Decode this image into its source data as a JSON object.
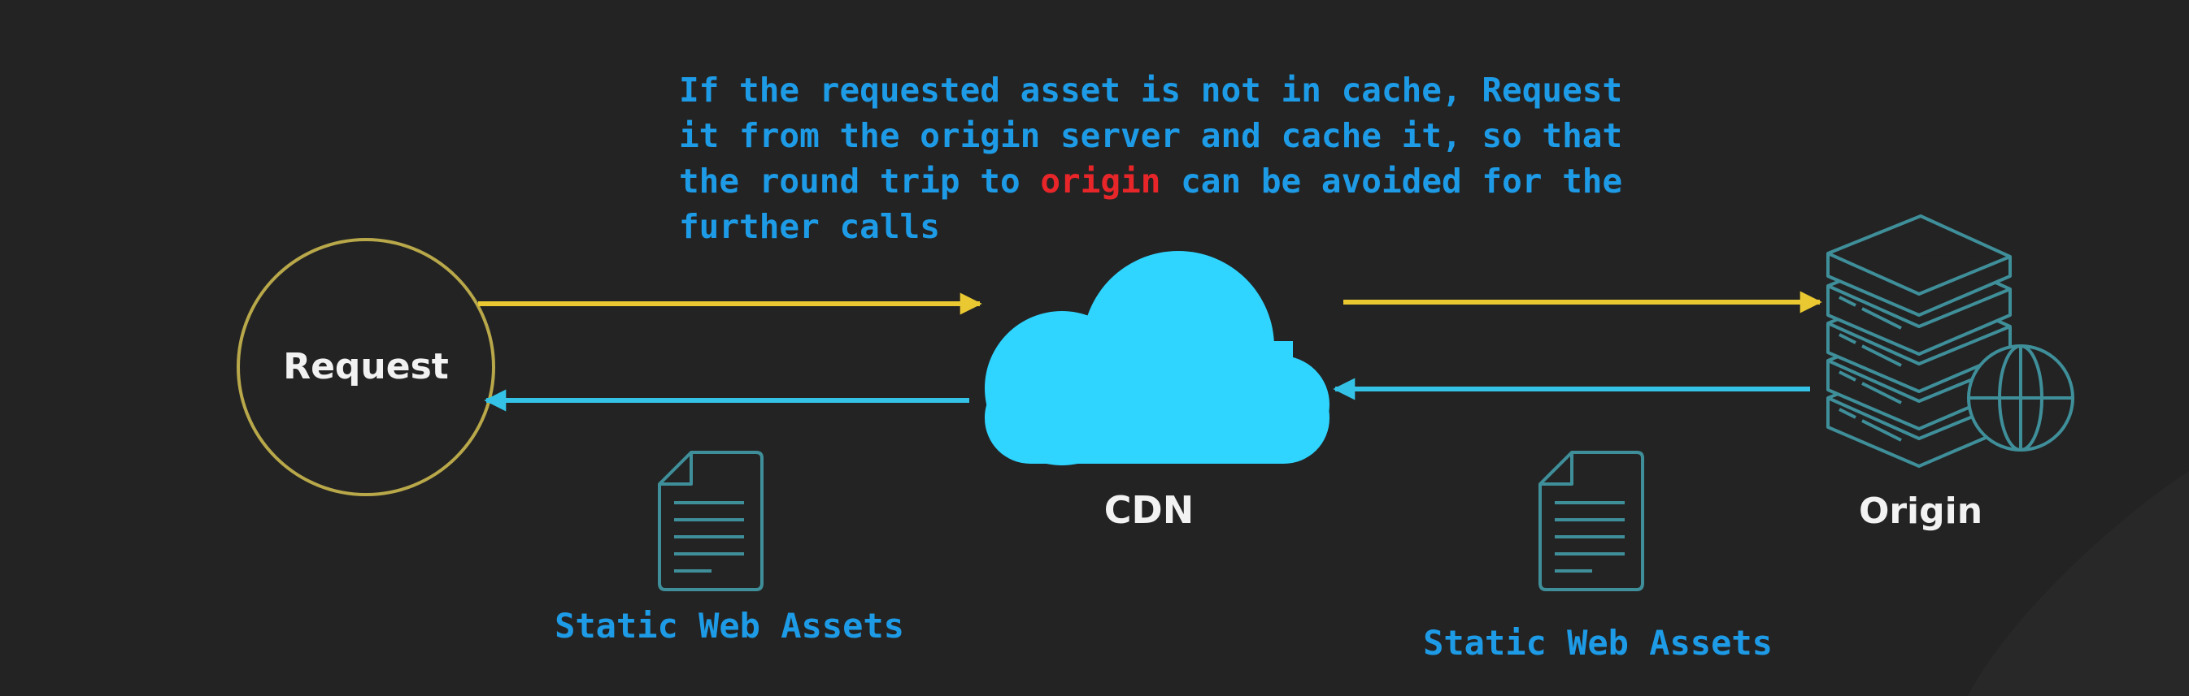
{
  "annotation": {
    "part1": "If the requested asset is not in cache, Request\nit from the origin server and cache it, so that\nthe round trip to ",
    "highlight": "origin",
    "part2": " can be avoided for the\nfurther calls"
  },
  "nodes": {
    "request": {
      "label": "Request"
    },
    "cdn": {
      "label": "CDN"
    },
    "origin": {
      "label": "Origin"
    }
  },
  "assets": {
    "left_label": "Static Web Assets",
    "right_label": "Static Web Assets"
  },
  "colors": {
    "background": "#232323",
    "annotation_text": "#1e9be6",
    "highlight_text": "#e8262a",
    "request_arrow": "#e9c832",
    "response_arrow": "#34c3e6",
    "cloud": "#2fd4ff",
    "icon_outline": "#3f8f9a",
    "request_circle": "#b8a84a",
    "node_label": "#f2f2f2"
  },
  "icons": {
    "cdn": "cloud-icon",
    "origin": "server-stack-icon",
    "globe": "globe-icon",
    "asset": "document-icon"
  }
}
